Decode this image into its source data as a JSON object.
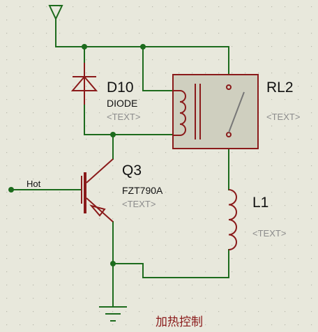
{
  "diode": {
    "ref": "D10",
    "value": "DIODE",
    "text": "<TEXT>"
  },
  "relay": {
    "ref": "RL2",
    "text": "<TEXT>"
  },
  "transistor": {
    "ref": "Q3",
    "value": "FZT790A",
    "text": "<TEXT>"
  },
  "inductor": {
    "ref": "L1",
    "text": "<TEXT>"
  },
  "net_label": "Hot",
  "caption": "加热控制",
  "colors": {
    "background": "#e8e8dc",
    "grid_dot": "#b9b9ac",
    "wire": "#1d6b1d",
    "component": "#8a1a1a",
    "relay_body": "#cfcfbf",
    "placeholder_text": "#8c8c8c"
  },
  "icons": {
    "power": "antenna-power-icon",
    "ground": "ground-icon"
  }
}
